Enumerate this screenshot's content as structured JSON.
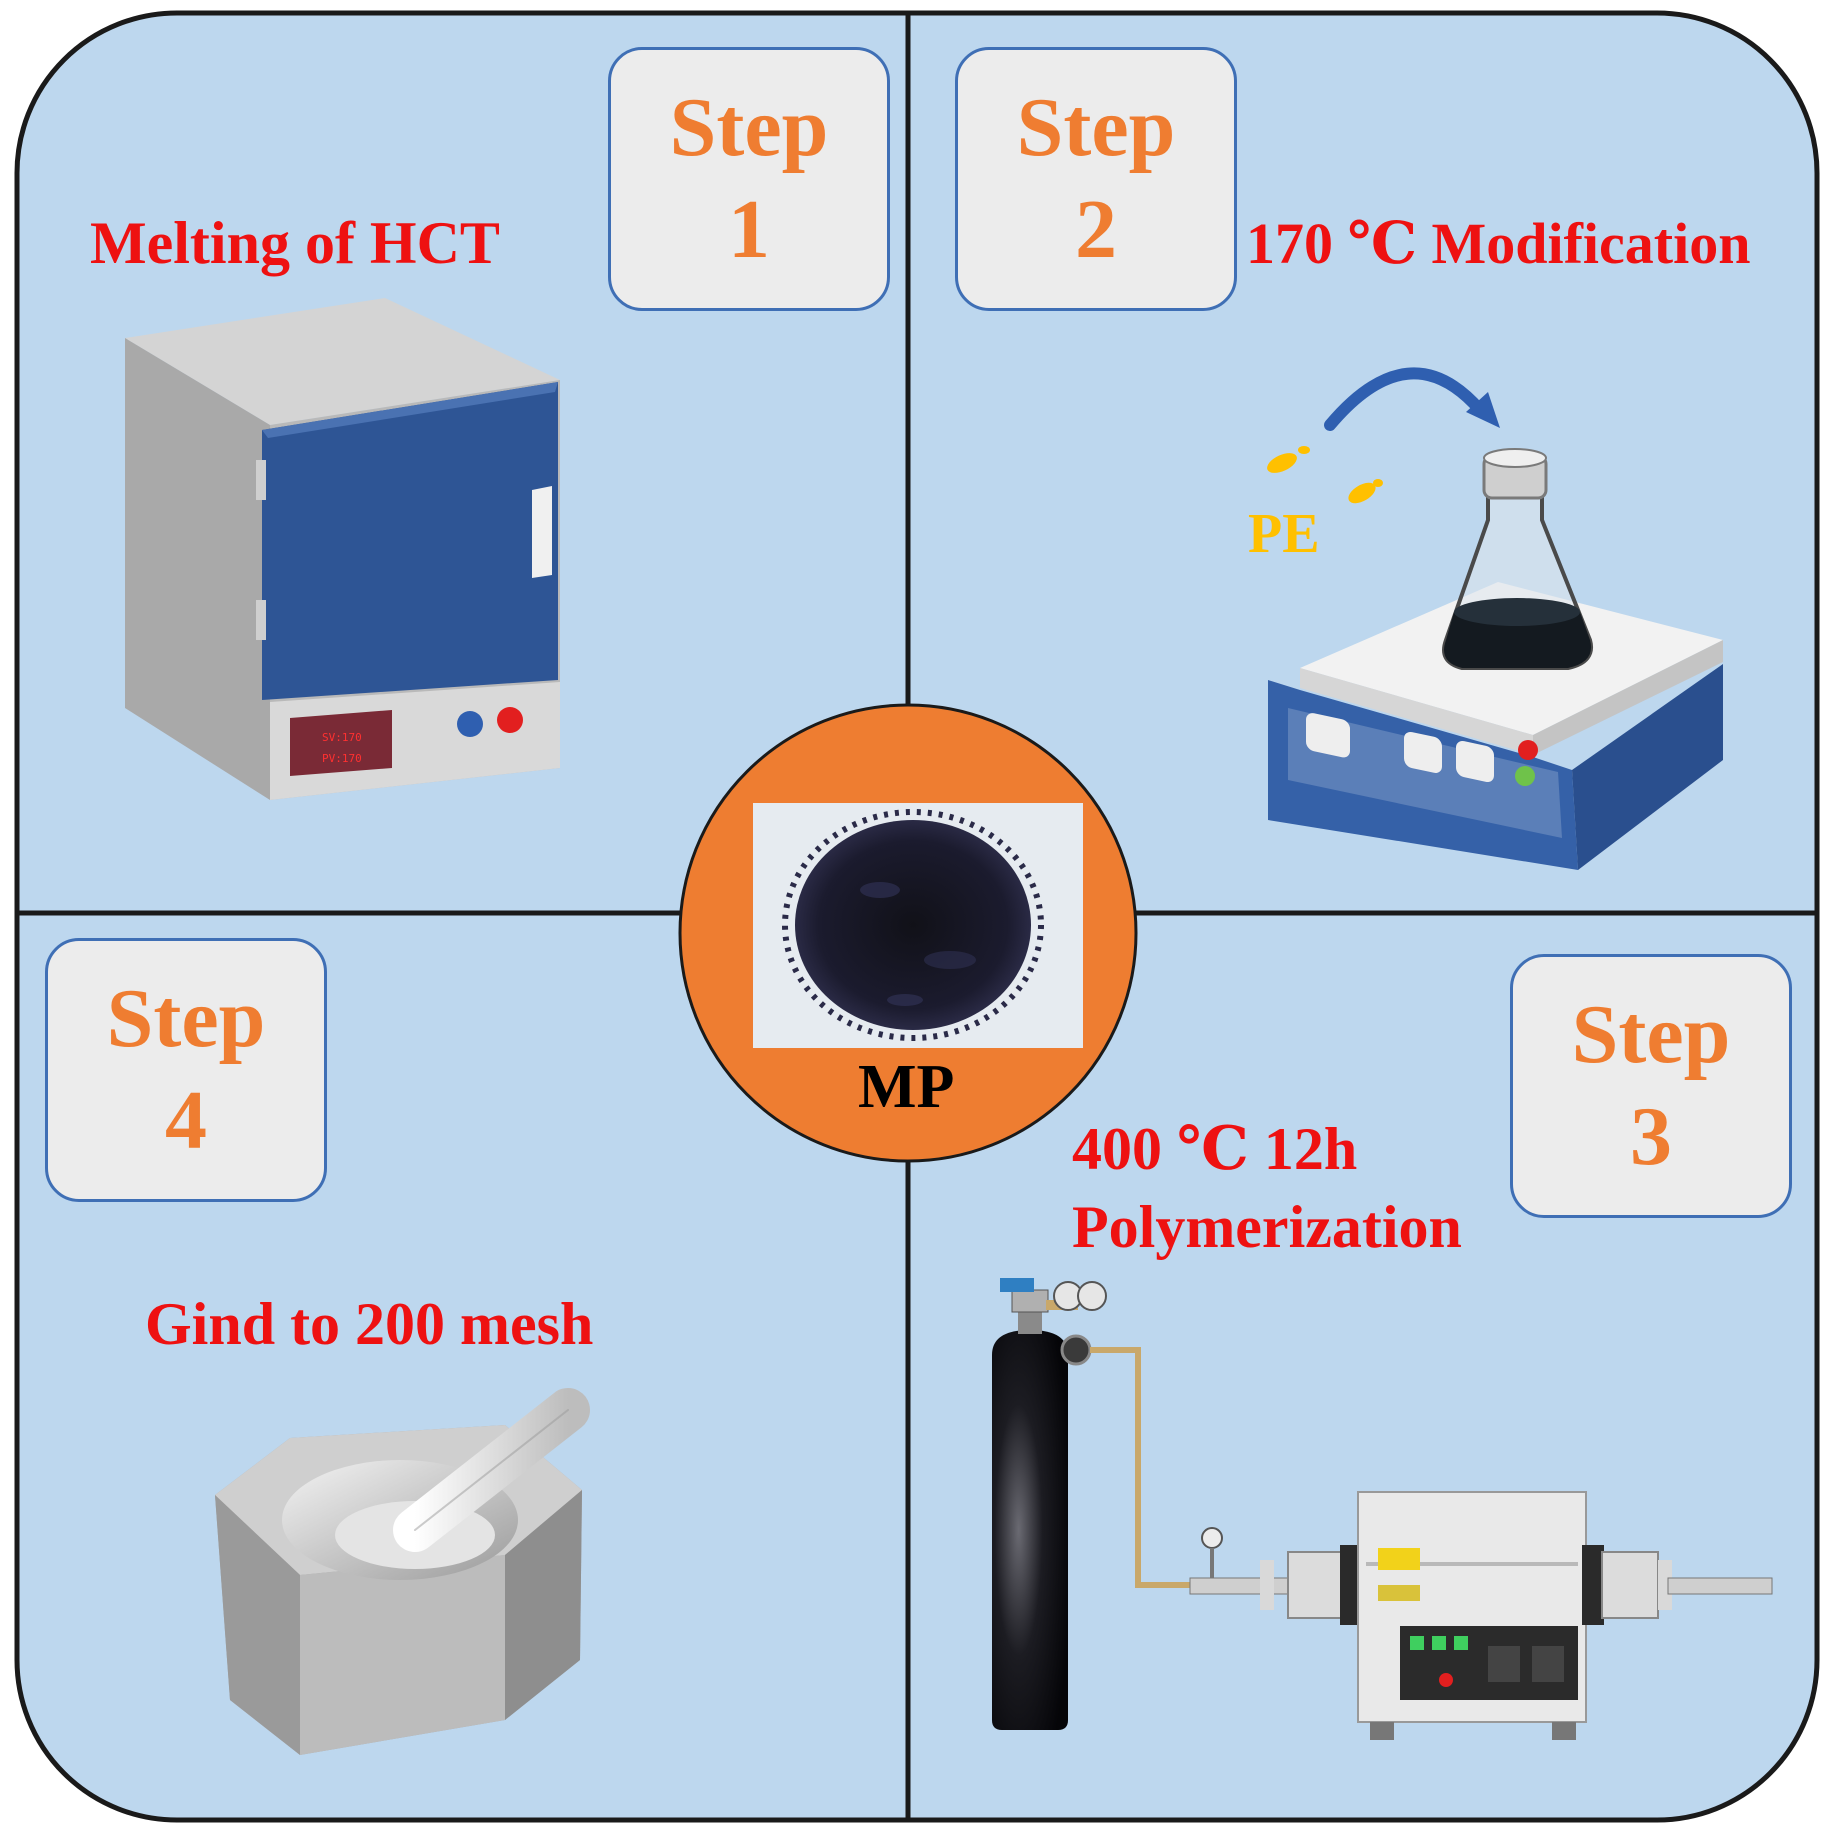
{
  "panel1": {
    "step_word": "Step",
    "step_number": "1",
    "label": "Melting of HCT",
    "oven_display_line1": "SV:170",
    "oven_display_line2": "PV:170"
  },
  "panel2": {
    "step_word": "Step",
    "step_number": "2",
    "label": "170 ℃  Modification",
    "reagent": "PE"
  },
  "panel3": {
    "step_word": "Step",
    "step_number": "3",
    "label_line1": "400 ℃ 12h",
    "label_line2": "Polymerization"
  },
  "panel4": {
    "step_word": "Step",
    "step_number": "4",
    "label": "Gind to 200 mesh"
  },
  "center": {
    "label": "MP"
  },
  "colors": {
    "panel_bg": "#bdd7ee",
    "frame": "#1a1a1a",
    "step_text": "#ef7d31",
    "label_red": "#ee1111",
    "pe_yellow": "#ffc000",
    "center_circle": "#ee7d31"
  },
  "icons": [
    "drying-oven-icon",
    "hotplate-stirrer-icon",
    "erlenmeyer-flask-icon",
    "arrow-icon",
    "gas-cylinder-icon",
    "tube-furnace-icon",
    "mortar-pestle-icon",
    "particles-photo"
  ]
}
